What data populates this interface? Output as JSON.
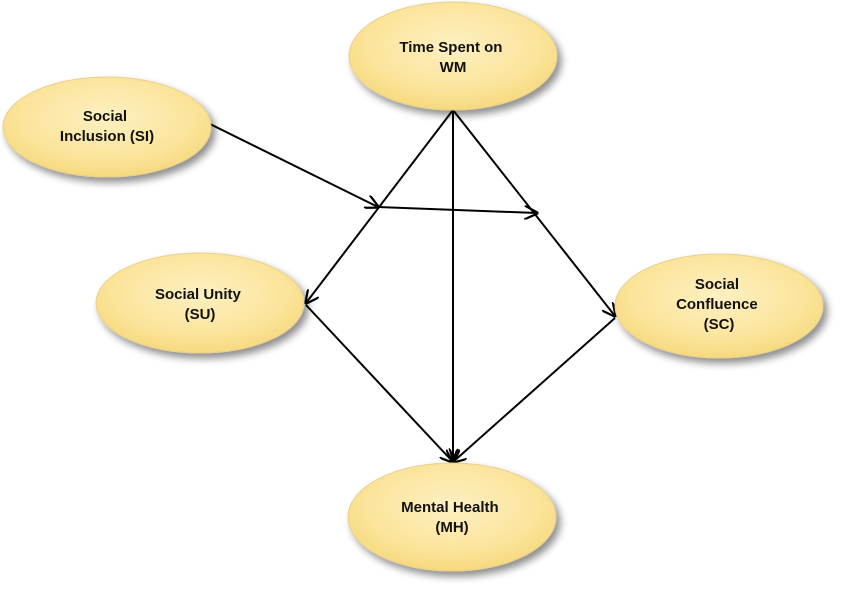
{
  "diagram": {
    "nodes": {
      "time_spent": {
        "lines": [
          "Time Spent on",
          "WM"
        ]
      },
      "social_inclusion": {
        "lines": [
          "Social",
          "Inclusion (SI)"
        ]
      },
      "social_unity": {
        "lines": [
          "Social Unity",
          "(SU)"
        ]
      },
      "social_confluence": {
        "lines": [
          "Social",
          "Confluence",
          "(SC)"
        ]
      },
      "mental_health": {
        "lines": [
          "Mental Health",
          "(MH)"
        ]
      }
    },
    "edges": [
      {
        "from": "time_spent",
        "to": "social_unity"
      },
      {
        "from": "time_spent",
        "to": "social_confluence"
      },
      {
        "from": "time_spent",
        "to": "mental_health"
      },
      {
        "from": "social_unity",
        "to": "mental_health"
      },
      {
        "from": "social_confluence",
        "to": "mental_health"
      },
      {
        "from": "social_inclusion",
        "to": "time_spent-social_unity path",
        "type": "moderation"
      },
      {
        "from": "social_inclusion",
        "to": "time_spent-social_confluence path",
        "type": "moderation"
      }
    ],
    "colors": {
      "node_fill": "#fbe49a",
      "node_fill_center": "#fdf0c2",
      "node_stroke": "#e8c870",
      "edge": "#000000"
    }
  }
}
